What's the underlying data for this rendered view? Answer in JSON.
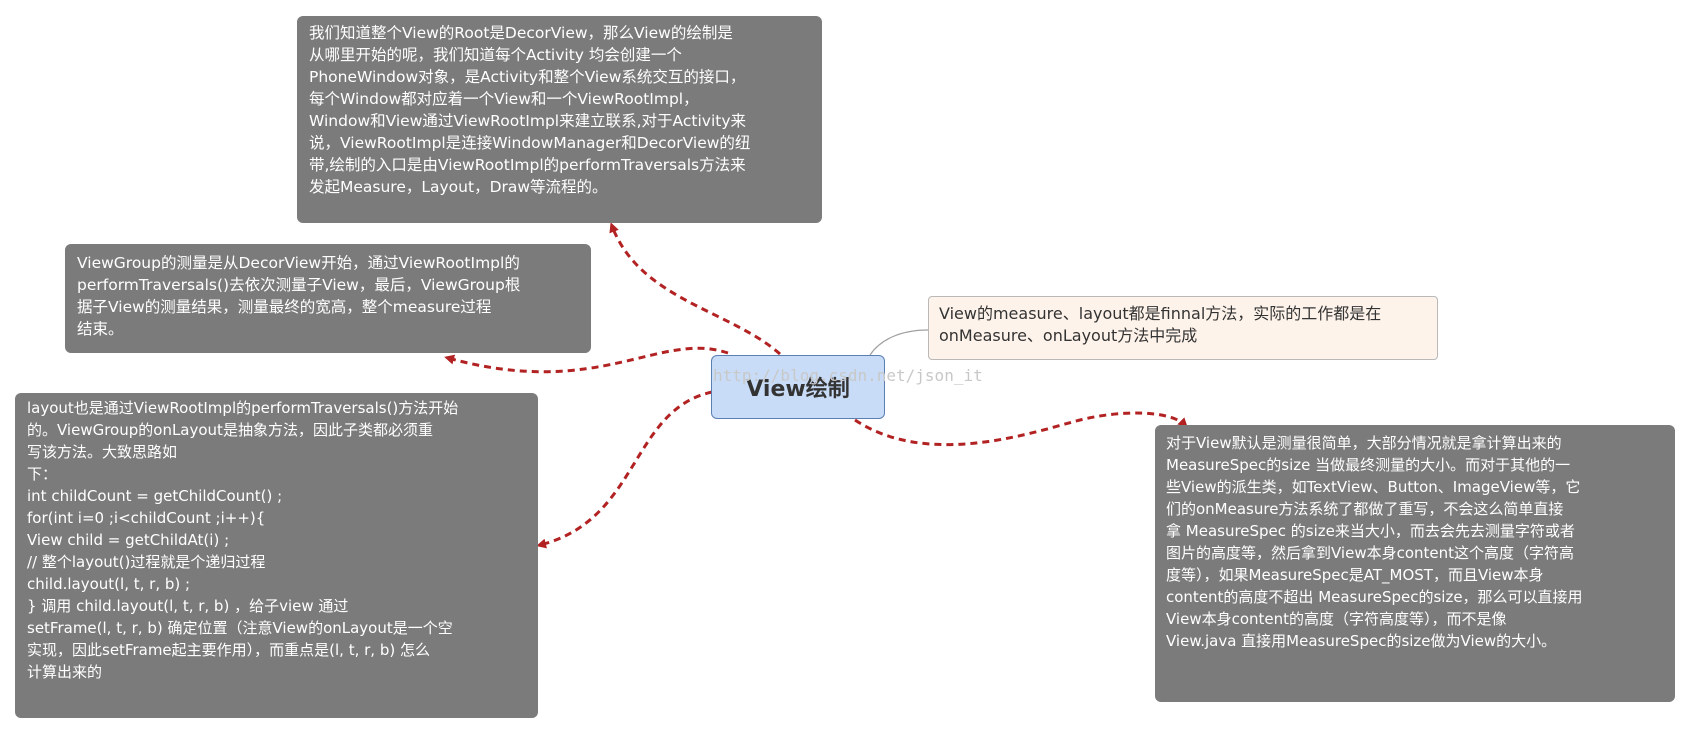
{
  "center": {
    "title": "View绘制"
  },
  "watermark": "http://blog.csdn.net/json_it",
  "nodes": {
    "top": "我们知道整个View的Root是DecorView，那么View的绘制是\n从哪里开始的呢，我们知道每个Activity 均会创建一个\nPhoneWindow对象，是Activity和整个View系统交互的接口，\n每个Window都对应着一个View和一个ViewRootImpl，\nWindow和View通过ViewRootImpl来建立联系,对于Activity来\n说，ViewRootImpl是连接WindowManager和DecorView的纽\n带,绘制的入口是由ViewRootImpl的performTraversals方法来\n发起Measure，Layout，Draw等流程的。",
    "measure": "ViewGroup的测量是从DecorView开始，通过ViewRootImpl的\nperformTraversals()去依次测量子View，最后，ViewGroup根\n据子View的测量结果，测量最终的宽高，整个measure过程\n结束。",
    "layout": "layout也是通过ViewRootImpl的performTraversals()方法开始\n的。ViewGroup的onLayout是抽象方法，因此子类都必须重\n写该方法。大致思路如\n下：\nint childCount = getChildCount() ;\n  for(int i=0 ;i<childCount ;i++){\n      View child = getChildAt(i) ;\n     // 整个layout()过程就是个递归过程\n      child.layout(l, t, r, b) ;\n   }                    调用 child.layout(l, t, r, b) ，给子view 通过\nsetFrame(l, t, r, b) 确定位置（注意View的onLayout是一个空\n实现，因此setFrame起主要作用），而重点是(l, t, r, b) 怎么\n计算出来的",
    "right": "对于View默认是测量很简单，大部分情况就是拿计算出来的\nMeasureSpec的size 当做最终测量的大小。而对于其他的一\n些View的派生类，如TextView、Button、ImageView等，它\n们的onMeasure方法系统了都做了重写，不会这么简单直接\n拿 MeasureSpec 的size来当大小，而去会先去测量字符或者\n图片的高度等，然后拿到View本身content这个高度（字符高\n度等），如果MeasureSpec是AT_MOST，而且View本身\ncontent的高度不超出 MeasureSpec的size，那么可以直接用\nView本身content的高度（字符高度等），而不是像\nView.java 直接用MeasureSpec的size做为View的大小。",
    "note": "View的measure、layout都是finnal方法，实际的工作都是在\nonMeasure、onLayout方法中完成"
  },
  "colors": {
    "connector": "#b22222",
    "box": "#7b7b7b",
    "center_fill": "#c9dcf7",
    "note_fill": "#fdf3ea"
  }
}
